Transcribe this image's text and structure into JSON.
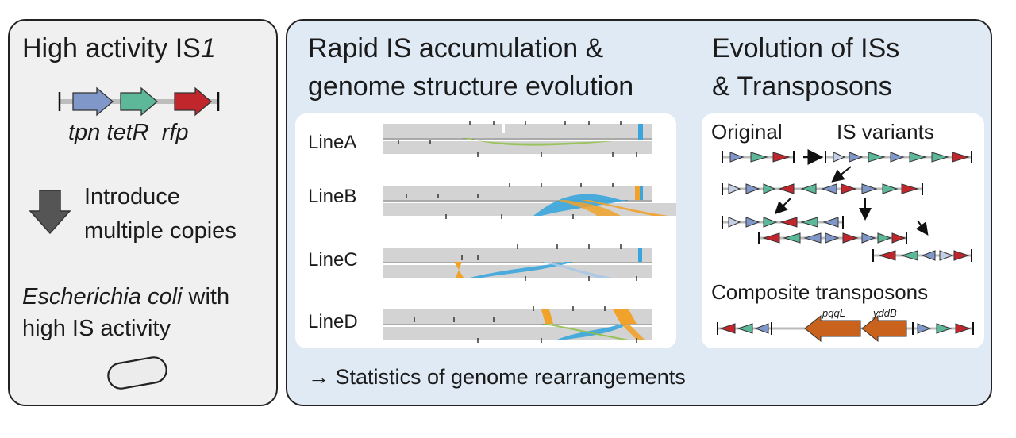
{
  "left": {
    "title_prefix": "High activity IS",
    "title_italic": "1",
    "genes": [
      "tpn",
      "tetR",
      "rfp"
    ],
    "step_text": [
      "Introduce",
      "multiple copies"
    ],
    "organism_italic": "Escherichia coli",
    "organism_rest": " with",
    "organism_line2": "high IS activity"
  },
  "middle": {
    "title_lines": [
      "Rapid IS accumulation &",
      "genome structure evolution"
    ],
    "lines": [
      "LineA",
      "LineB",
      "LineC",
      "LineD"
    ],
    "footer": "→ Statistics of genome rearrangements"
  },
  "right": {
    "title_lines": [
      "Evolution of ISs",
      "& Transposons"
    ],
    "original_label": "Original",
    "variants_label": "IS variants",
    "composite_label": "Composite transposons",
    "composite_genes": [
      "pqqL",
      "yddB"
    ]
  },
  "colors": {
    "tpn": "#7f97c9",
    "tetR": "#5cb899",
    "rfp": "#c0262c",
    "cargo": "#c9621c",
    "blue_link": "#3aa5dd",
    "orange_link": "#f0a22b",
    "green_link": "#8cbf3f"
  }
}
